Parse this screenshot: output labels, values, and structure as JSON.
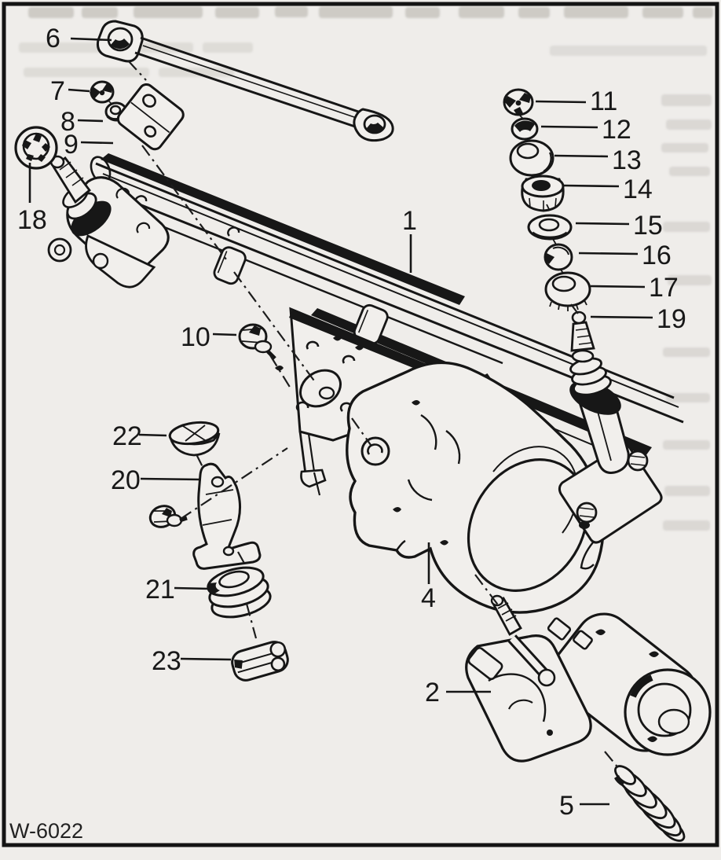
{
  "figure": {
    "code": "W-6022"
  },
  "labels": {
    "1": "1",
    "2": "2",
    "4": "4",
    "5": "5",
    "6": "6",
    "7": "7",
    "8": "8",
    "9": "9",
    "10": "10",
    "11": "11",
    "12": "12",
    "13": "13",
    "14": "14",
    "15": "15",
    "16": "16",
    "17": "17",
    "18": "18",
    "19": "19",
    "20": "20",
    "21": "21",
    "22": "22",
    "23": "23"
  }
}
